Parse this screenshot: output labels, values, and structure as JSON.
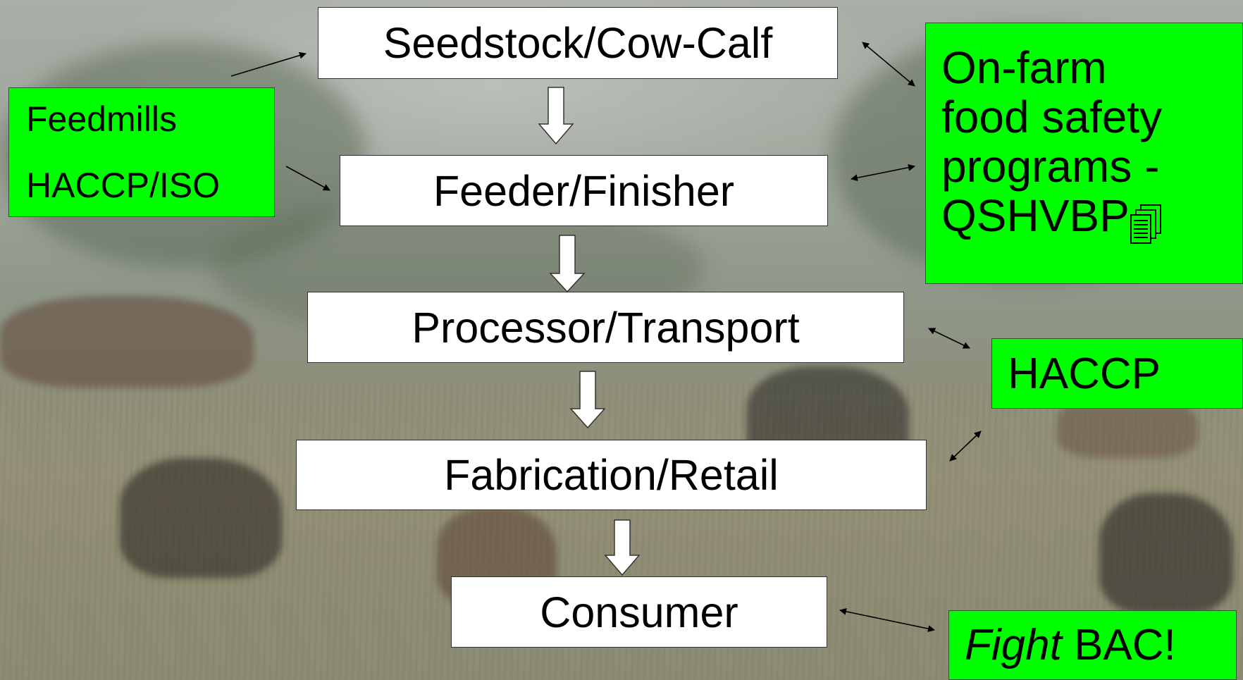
{
  "flow": [
    {
      "id": "seedstock",
      "label": "Seedstock/Cow-Calf"
    },
    {
      "id": "feeder",
      "label": "Feeder/Finisher"
    },
    {
      "id": "processor",
      "label": "Processor/Transport"
    },
    {
      "id": "fabrication",
      "label": "Fabrication/Retail"
    },
    {
      "id": "consumer",
      "label": "Consumer"
    }
  ],
  "inputs": {
    "feedmills_label": "Feedmills",
    "haccp_iso_label": "HACCP/ISO"
  },
  "programs": {
    "onfarm_line1": "On-farm",
    "onfarm_line2": "food safety",
    "onfarm_line3": "programs -",
    "onfarm_line4": "QSHVBP",
    "haccp_label": "HACCP",
    "fight_italic": "Fight",
    "fight_rest": " BAC!"
  },
  "colors": {
    "program_box": "#00ff00",
    "flow_box": "#ffffff"
  },
  "icons": {
    "onfarm_attachment": "document-stack-icon"
  }
}
